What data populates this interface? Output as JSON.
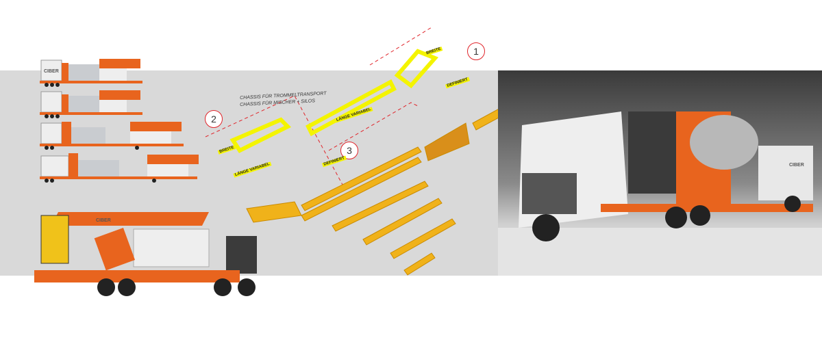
{
  "brand": "CIBER",
  "sketch": {
    "callouts": [
      "1",
      "2",
      "3"
    ],
    "notes": [
      "CHASSIS FÜR TROMMELTRANSPORT",
      "CHASSIS FÜR MISCHER + SILOS"
    ],
    "tags": [
      "BREITE",
      "LÄNGE VARIABEL",
      "DEFINIERT",
      "LÄNGE VARIABEL",
      "BREITE",
      "DEFINIERT"
    ]
  },
  "colors": {
    "orange": "#e8641e",
    "yellow": "#f0c21a",
    "sketch_yellow": "#f4f400",
    "band": "#d9d9d9",
    "callout": "#e0242a"
  }
}
